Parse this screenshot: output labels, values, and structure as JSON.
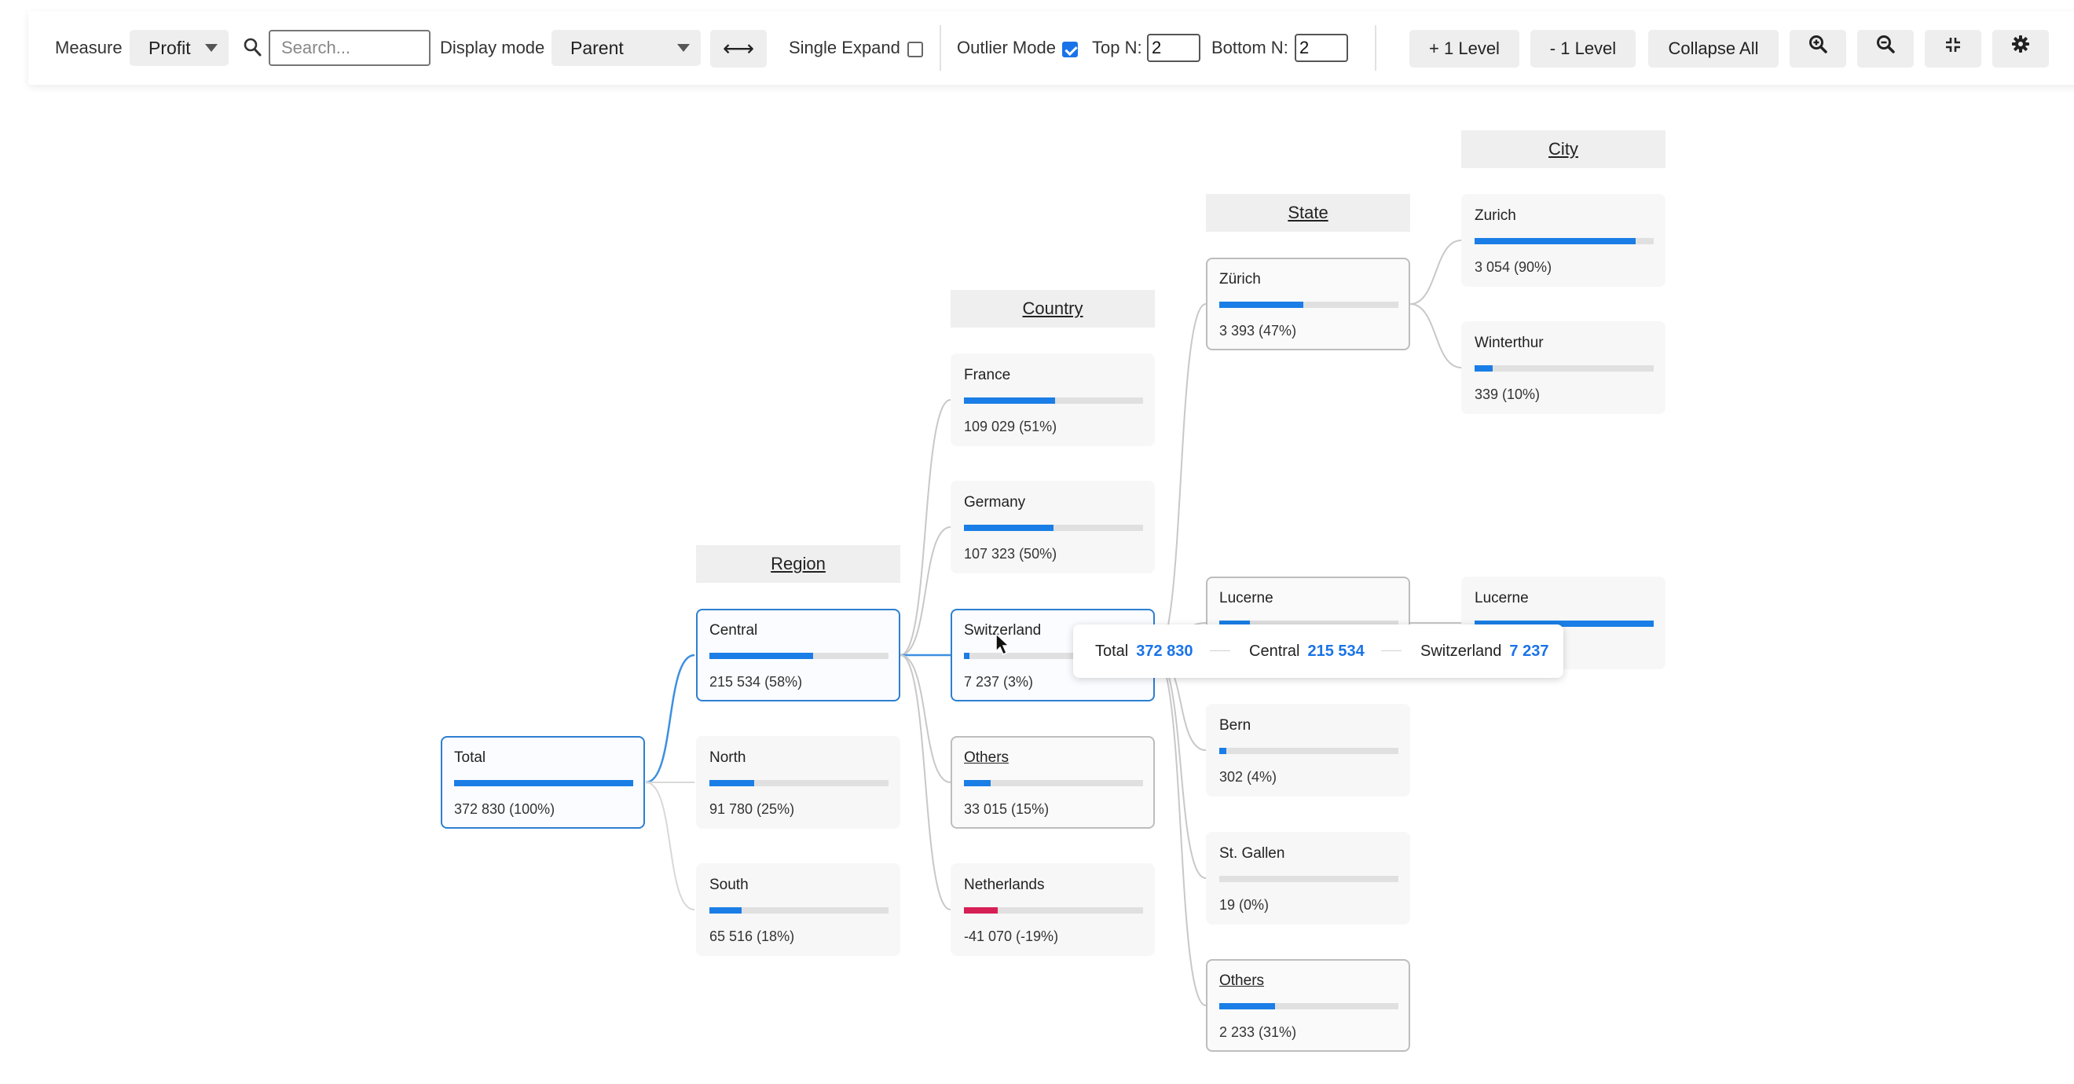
{
  "toolbar": {
    "measure_label": "Measure",
    "measure_value": "Profit",
    "search_placeholder": "Search...",
    "display_mode_label": "Display mode",
    "display_mode_value": "Parent",
    "swap_symbol": "⟷",
    "single_expand_label": "Single Expand",
    "single_expand_checked": false,
    "outlier_mode_label": "Outlier Mode",
    "outlier_mode_checked": true,
    "top_n_label": "Top N:",
    "top_n_value": "2",
    "bottom_n_label": "Bottom N:",
    "bottom_n_value": "2",
    "plus_level_label": "+ 1 Level",
    "minus_level_label": "- 1 Level",
    "collapse_all_label": "Collapse All"
  },
  "columns": {
    "region": "Region",
    "country": "Country",
    "state": "State",
    "city": "City"
  },
  "nodes": {
    "total": {
      "name": "Total",
      "value": "372 830 (100%)",
      "ratio": 1.0
    },
    "central": {
      "name": "Central",
      "value": "215 534 (58%)",
      "ratio": 0.58
    },
    "north": {
      "name": "North",
      "value": "91 780 (25%)",
      "ratio": 0.25
    },
    "south": {
      "name": "South",
      "value": "65 516 (18%)",
      "ratio": 0.18
    },
    "france": {
      "name": "France",
      "value": "109 029 (51%)",
      "ratio": 0.51
    },
    "germany": {
      "name": "Germany",
      "value": "107 323 (50%)",
      "ratio": 0.5
    },
    "switzerland": {
      "name": "Switzerland",
      "value": "7 237 (3%)",
      "ratio": 0.03
    },
    "country_others": {
      "name": "Others",
      "value": "33 015 (15%)",
      "ratio": 0.15
    },
    "netherlands": {
      "name": "Netherlands",
      "value": "-41 070 (-19%)",
      "ratio": 0.19,
      "negative": true
    },
    "zurich_state": {
      "name": "Zürich",
      "value": "3 393 (47%)",
      "ratio": 0.47
    },
    "lucerne_state": {
      "name": "Lucerne",
      "value": "",
      "ratio": 0.17
    },
    "bern": {
      "name": "Bern",
      "value": "302 (4%)",
      "ratio": 0.04
    },
    "st_gallen": {
      "name": "St. Gallen",
      "value": "19 (0%)",
      "ratio": 0.0
    },
    "state_others": {
      "name": "Others",
      "value": "2 233 (31%)",
      "ratio": 0.31
    },
    "zurich_city": {
      "name": "Zurich",
      "value": "3 054 (90%)",
      "ratio": 0.9
    },
    "winterthur": {
      "name": "Winterthur",
      "value": "339 (10%)",
      "ratio": 0.1
    },
    "lucerne_city": {
      "name": "Lucerne",
      "value": "",
      "ratio": 1.0
    }
  },
  "tooltip": {
    "total_label": "Total",
    "total_value": "372 830",
    "central_label": "Central",
    "central_value": "215 534",
    "switzerland_label": "Switzerland",
    "switzerland_value": "7 237"
  },
  "colors": {
    "bar": "#1a7ee6",
    "negative_bar": "#d61f55",
    "selected_border": "#2d7fd0",
    "link_active": "#3d8fe0",
    "link_inactive": "#cfcfcf"
  }
}
